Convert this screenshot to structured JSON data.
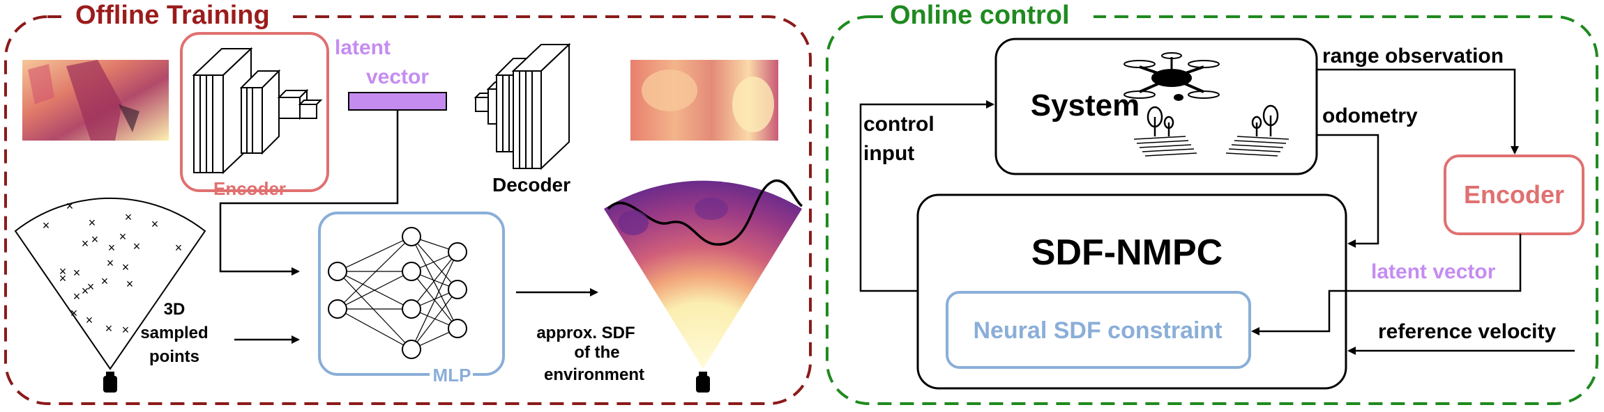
{
  "offline": {
    "title": "Offline Training",
    "encoder_label": "Encoder",
    "decoder_label": "Decoder",
    "latent_line1": "latent",
    "latent_line2": "vector",
    "points_line1": "3D",
    "points_line2": "sampled",
    "points_line3": "points",
    "mlp_label": "MLP",
    "sdf_line1": "approx. SDF",
    "sdf_line2": "of the",
    "sdf_line3": "environment"
  },
  "online": {
    "title": "Online control",
    "system_label": "System",
    "range_label": "range observation",
    "odometry_label": "odometry",
    "control_line1": "control",
    "control_line2": "input",
    "encoder_label": "Encoder",
    "nmpc_label": "SDF-NMPC",
    "latent_label": "latent vector",
    "constraint_label": "Neural SDF constraint",
    "ref_label": "reference velocity"
  },
  "colors": {
    "offline_border": "#8b1a1a",
    "online_border": "#1f8a1f",
    "encoder": "#e07070",
    "latent": "#c58cf0",
    "mlp": "#8aaed8",
    "offline_title": "#9b1c1c",
    "online_title": "#1f8a1f"
  }
}
